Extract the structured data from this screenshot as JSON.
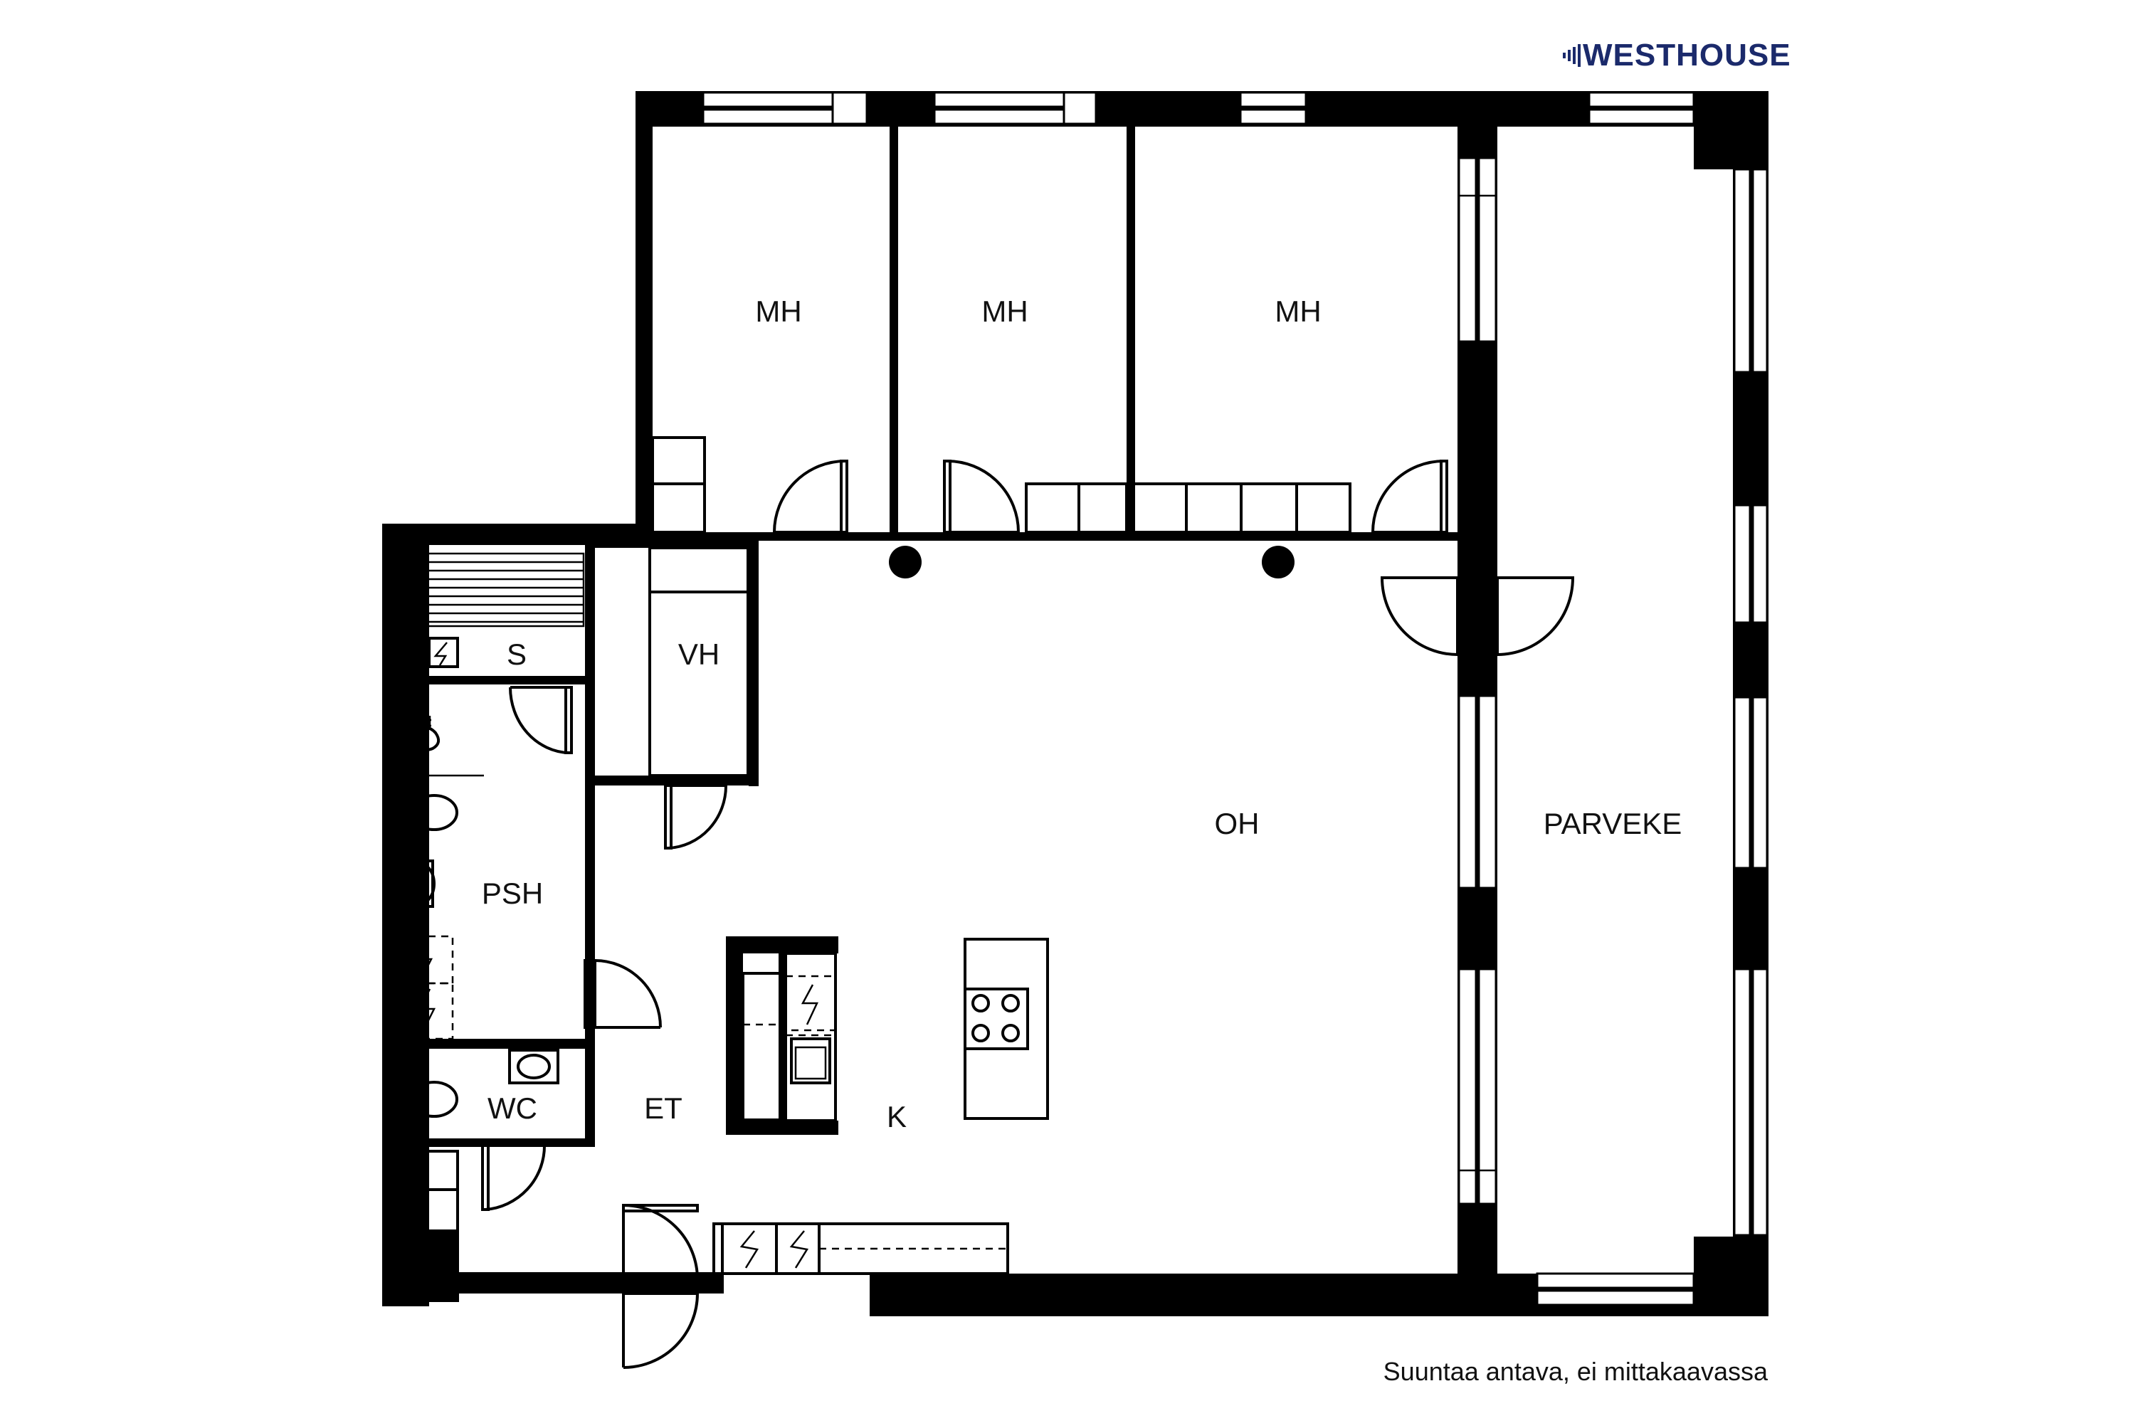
{
  "brand": {
    "logo_text": "WESTHOUSE",
    "color": "#1b2a6b"
  },
  "note": "Suuntaa antava, ei mittakaavassa",
  "rooms": {
    "mh1": "MH",
    "mh2": "MH",
    "mh3": "MH",
    "s": "S",
    "vh": "VH",
    "oh": "OH",
    "parveke": "PARVEKE",
    "psh": "PSH",
    "wc": "WC",
    "et": "ET",
    "k": "K"
  }
}
